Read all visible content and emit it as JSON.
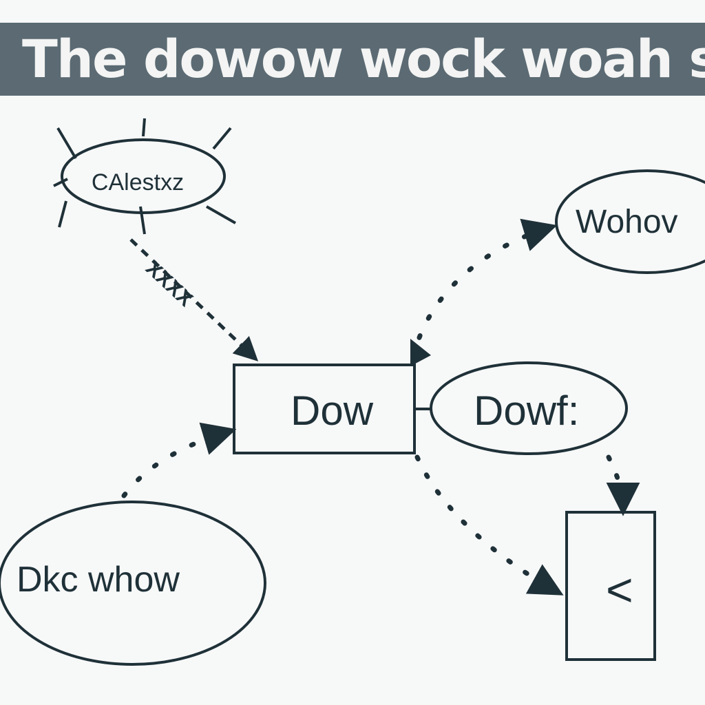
{
  "title": "The dowow wock woah stemeor",
  "nodes": {
    "top_left": "CAlestxz",
    "top_right": "Wohov",
    "center": "Dow",
    "center_right": "Dowf:",
    "bottom_left": "Dkc whow",
    "bottom_right": "<"
  },
  "edges": {
    "top_left_to_center": "XXXX"
  },
  "colors": {
    "ink": "#1f3138",
    "title_bar": "#5b6a73",
    "background": "#f7f8f8"
  }
}
